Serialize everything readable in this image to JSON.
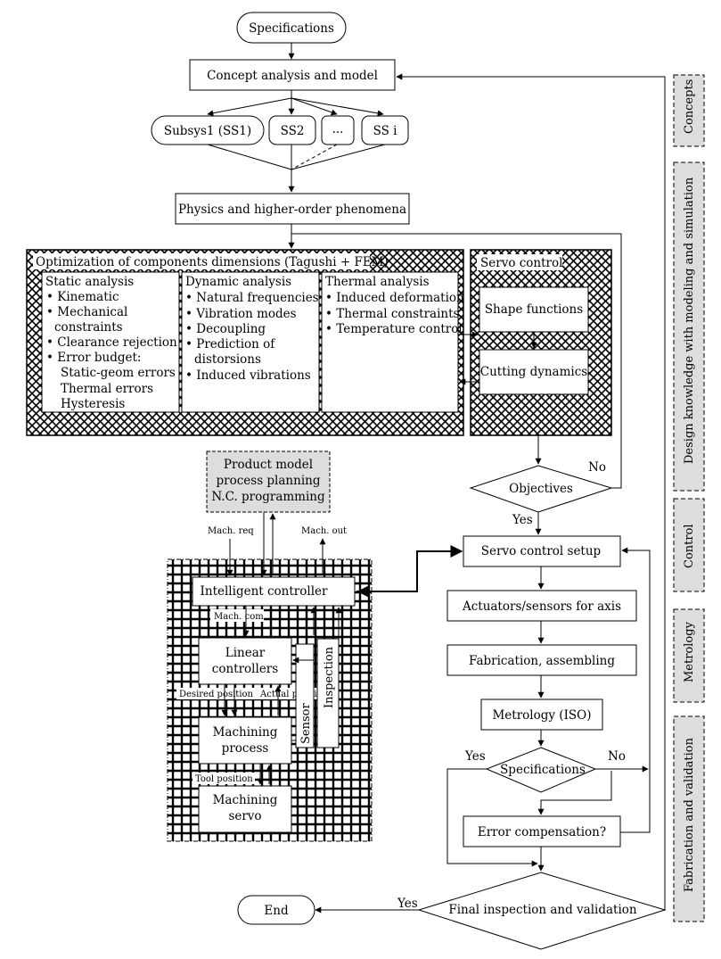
{
  "top": {
    "specifications": "Specifications",
    "concept": "Concept analysis and model",
    "subsys1": "Subsys1 (SS1)",
    "ss2": "SS2",
    "ellipsis": "...",
    "ssi": "SS i",
    "physics": "Physics and higher-order phenomena"
  },
  "optimization": {
    "title": "Optimization of components dimensions (Tagushi + FEM)",
    "static": {
      "title": "Static analysis",
      "items": [
        "Kinematic",
        "Mechanical",
        "constraints",
        "Clearance rejection",
        "Error budget:",
        "Static-geom errors",
        "Thermal errors",
        "Hysteresis"
      ]
    },
    "dynamic": {
      "title": "Dynamic analysis",
      "items": [
        "Natural frequencies",
        "Vibration modes",
        "Decoupling",
        "Prediction of",
        "distorsions",
        "Induced vibrations"
      ]
    },
    "thermal": {
      "title": "Thermal analysis",
      "items": [
        "Induced deformation",
        "Thermal constraints",
        "Temperature control"
      ]
    }
  },
  "servo": {
    "title": "Servo control",
    "shape": "Shape functions",
    "cutting": "Cutting dynamics"
  },
  "product_model": [
    "Product model",
    "process planning",
    "N.C. programming"
  ],
  "controller": {
    "mach_req": "Mach. req",
    "mach_out": "Mach. out",
    "intelligent": "Intelligent controller",
    "mach_com": "Mach. com",
    "linear": [
      "Linear",
      "controllers"
    ],
    "desired": "Desired position",
    "actual": "Actual position",
    "machining_process": [
      "Machining",
      "process"
    ],
    "tool_position": "Tool position",
    "machining_servo": [
      "Machining",
      "servo"
    ],
    "sensor": "Sensor",
    "inspection": "Inspection"
  },
  "flow": {
    "objectives": "Objectives",
    "no1": "No",
    "yes1": "Yes",
    "servo_setup": "Servo control setup",
    "actuators": "Actuators/sensors for axis",
    "fabrication": "Fabrication, assembling",
    "metrology": "Metrology (ISO)",
    "specifications": "Specifications",
    "yes2": "Yes",
    "no2": "No",
    "error_comp": "Error compensation?",
    "final": "Final inspection and validation",
    "yes3": "Yes",
    "end": "End"
  },
  "sidebar": {
    "concepts": "Concepts",
    "design": "Design knowledge with modeling and simulation",
    "control": "Control",
    "metrology": "Metrology",
    "fabrication": "Fabrication and validation"
  }
}
